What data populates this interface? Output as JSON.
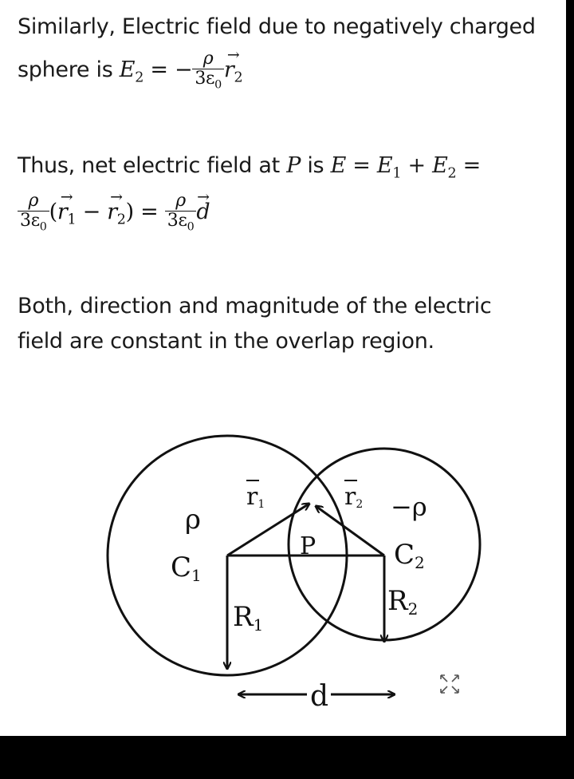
{
  "para1": {
    "line1": "Similarly, Electric field due to negatively charged",
    "line2_prefix": "sphere is ",
    "eq_lhs": "E",
    "eq_lhs_sub": "2",
    "eq_sign": "= −",
    "frac_num": "ρ",
    "frac_den": "3ε",
    "frac_den_sub": "0",
    "vec": "r",
    "vec_sub": "2"
  },
  "para2": {
    "prefix": "Thus, net electric field at ",
    "point": "P",
    "mid": " is ",
    "eq": "E = E",
    "sub1": "1",
    "plus": " + E",
    "sub2": "2",
    "eq_end": " =",
    "l2_frac_num": "ρ",
    "l2_frac_den": "3ε",
    "l2_frac_den_sub": "0",
    "l2_paren_open": "(",
    "l2_r1": "r",
    "l2_r1_sub": "1",
    "l2_minus": " − ",
    "l2_r2": "r",
    "l2_r2_sub": "2",
    "l2_paren_close": ") =",
    "l2_frac2_num": "ρ",
    "l2_frac2_den": "3ε",
    "l2_frac2_den_sub": "0",
    "l2_d": "d"
  },
  "para3": {
    "line1": "Both, direction and magnitude of the electric",
    "line2": "field are constant in the overlap region."
  },
  "diagram": {
    "rho1": "ρ",
    "c1": "C",
    "c1_sub": "1",
    "r1_label": "r",
    "r1_sub": "1",
    "r2_label": "r",
    "r2_sub": "2",
    "rho2": "−ρ",
    "p_label": "P",
    "c2": "C",
    "c2_sub": "2",
    "R1": "R",
    "R1_sub": "1",
    "R2": "R",
    "R2_sub": "2",
    "d_label": "d"
  },
  "expand_icon": "expand-icon"
}
